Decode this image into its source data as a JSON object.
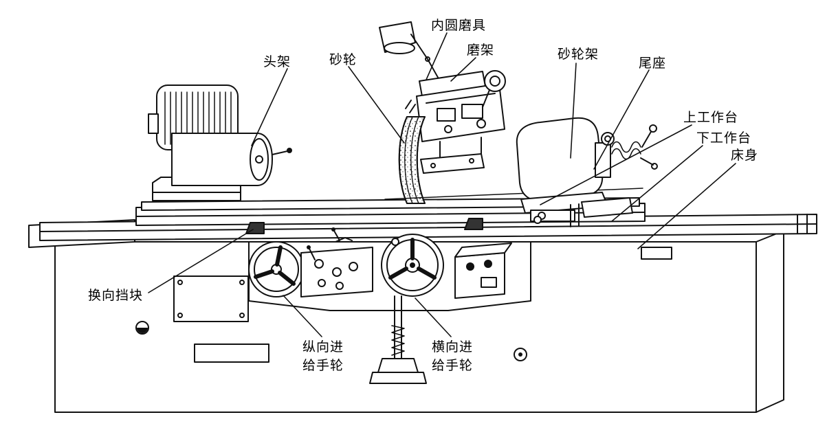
{
  "labels": {
    "headstock": "头架",
    "grinding_wheel": "砂轮",
    "internal_grinder": "内圆磨具",
    "grinder_bracket": "磨架",
    "wheel_head": "砂轮架",
    "tailstock": "尾座",
    "upper_worktable": "上工作台",
    "lower_worktable": "下工作台",
    "bed": "床身",
    "reversing_dog": "换向挡块",
    "longitudinal_feed_handwheel": "纵向进给手轮",
    "cross_feed_handwheel": "横向进给手轮"
  },
  "colors": {
    "line": "#111111",
    "background": "#ffffff"
  }
}
